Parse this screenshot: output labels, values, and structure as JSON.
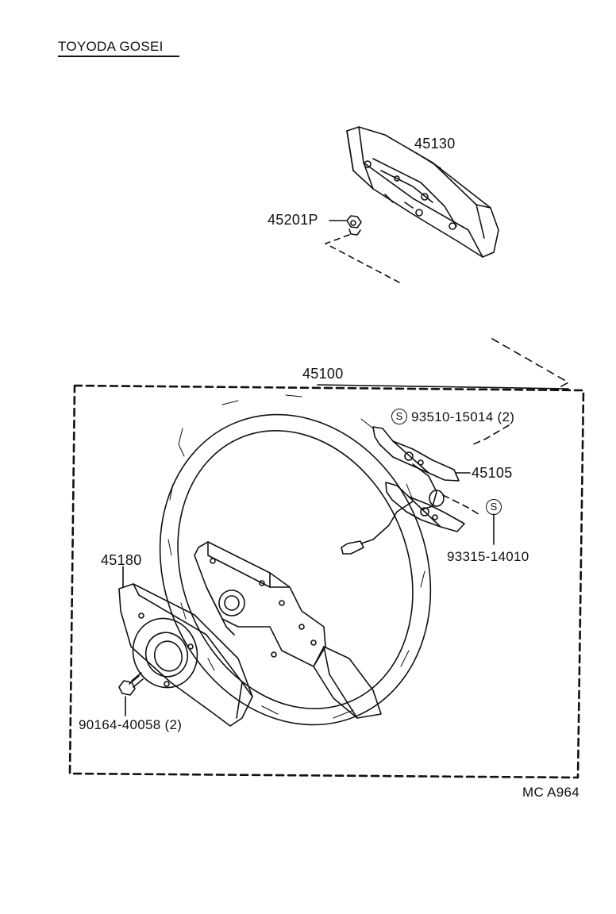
{
  "header": {
    "manufacturer": "TOYODA GOSEI"
  },
  "callouts": {
    "horn_pad": "45130",
    "horn_pad_nut": "45201P",
    "steering_wheel_assy": "45100",
    "screw_s": "93510-15014 (2)",
    "switch": "45105",
    "screw_lower": "93315-14010",
    "rear_cover": "45180",
    "bolt": "90164-40058 (2)"
  },
  "symbols": {
    "s_mark": "S"
  },
  "footer": {
    "code": "MC A964"
  }
}
